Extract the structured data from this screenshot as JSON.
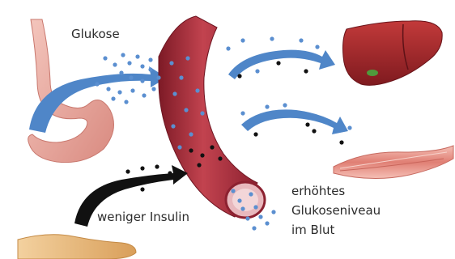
{
  "labels": {
    "glucose": "Glukose",
    "insulin": "weniger Insulin",
    "level_lines": [
      "erhöhtes",
      "Glukoseniveau",
      "im Blut"
    ]
  },
  "colors": {
    "glucose_dot": "#5b8fd0",
    "insulin_dot": "#111111",
    "arrow_blue": "#4f86c8",
    "vessel": "#a32b3a",
    "liver": "#a0262c",
    "stomach": "#e8a49a",
    "muscle": "#e58f86",
    "pancreas": "#e5b77c"
  },
  "icons": [
    "stomach-icon",
    "blood-vessel-icon",
    "liver-icon",
    "muscle-icon",
    "pancreas-icon"
  ]
}
